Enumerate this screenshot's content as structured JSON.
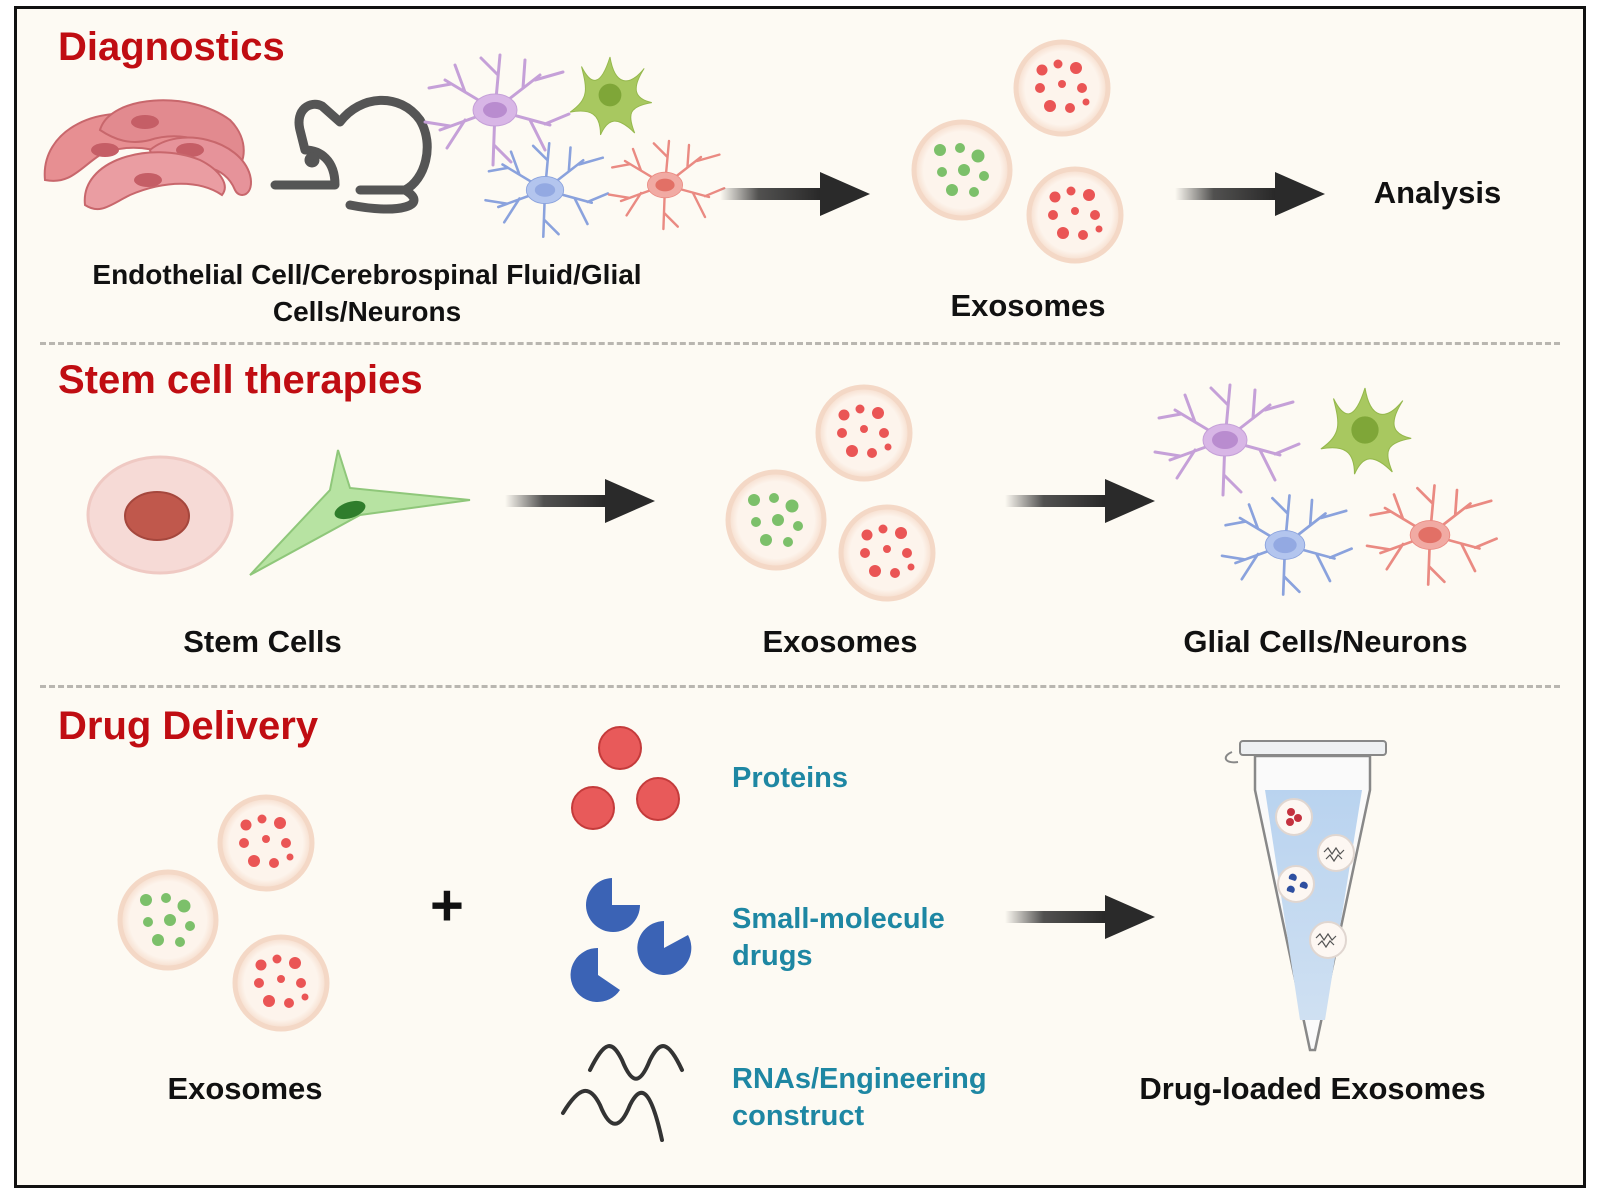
{
  "colors": {
    "section_title": "#c00d12",
    "label": "#111111",
    "item_label": "#1e87a3",
    "background": "#fdfaf3",
    "protein_red": "#e85a5a",
    "drug_blue": "#3b63b5",
    "exosome_green": "#7cc06a"
  },
  "diagnostics": {
    "title": "Diagnostics",
    "source_label_line1": "Endothelial Cell/Cerebrospinal Fluid/Glial",
    "source_label_line2": "Cells/Neurons",
    "exosomes_label": "Exosomes",
    "analysis_label": "Analysis"
  },
  "stem_cell": {
    "title": "Stem cell therapies",
    "stem_cells_label": "Stem Cells",
    "exosomes_label": "Exosomes",
    "target_label": "Glial Cells/Neurons"
  },
  "drug_delivery": {
    "title": "Drug Delivery",
    "exosomes_label": "Exosomes",
    "plus_sign": "+",
    "cargo": {
      "proteins": "Proteins",
      "small_molecule_line1": "Small-molecule",
      "small_molecule_line2": "drugs",
      "rna_line1": "RNAs/Engineering",
      "rna_line2": "construct"
    },
    "result_label": "Drug-loaded Exosomes"
  },
  "icons": [
    "endothelial-cells-icon",
    "mouse-icon",
    "glial-cell-icon",
    "neuron-icon",
    "exosome-icon",
    "arrow-icon",
    "stem-cell-icon",
    "mesenchymal-cell-icon",
    "protein-icon",
    "small-molecule-icon",
    "rna-icon",
    "tube-icon"
  ]
}
